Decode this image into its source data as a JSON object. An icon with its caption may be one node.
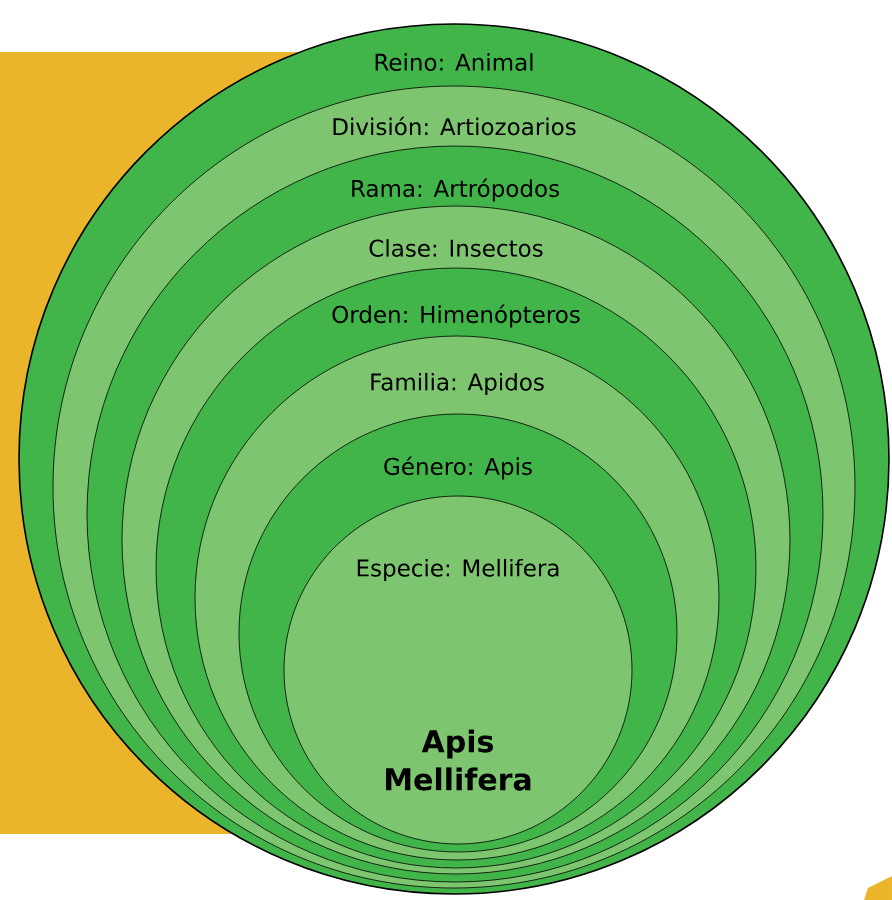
{
  "diagram": {
    "nodes": [
      {
        "text": [
          "Reino: Animal"
        ]
      },
      {
        "text": [
          "División: Artiozoarios"
        ],
        "in": 0
      },
      {
        "text": [
          "Rama: Artrópodos"
        ],
        "in": 1
      },
      {
        "text": [
          "Clase: Insectos"
        ],
        "in": 2
      },
      {
        "text": [
          "Orden: Himenópteros"
        ],
        "in": 3
      },
      {
        "text": [
          "Familia: Apidos"
        ],
        "in": 4
      },
      {
        "text": [
          "Género: Apis"
        ],
        "in": 5
      },
      {
        "text": [
          "Especie: Mellifera",
          "Apis Mellifera"
        ],
        "in": 6
      }
    ]
  }
}
